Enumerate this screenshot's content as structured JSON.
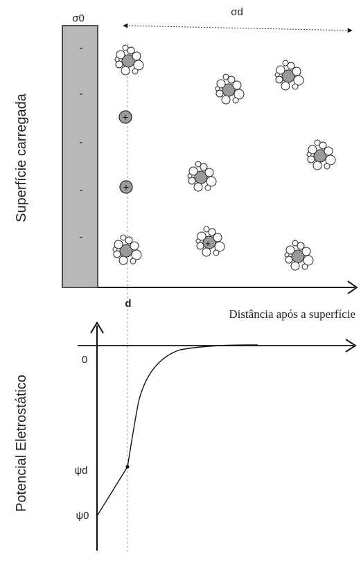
{
  "top_panel": {
    "sigma_0_label": "σ0",
    "sigma_d_label": "σd",
    "y_axis_label": "Superfície carregada",
    "x_axis_label": "Distância após a superfície",
    "d_label": "d",
    "surface_charge_symbol": "-",
    "surface_charges_count": 5,
    "ion_symbol": "+"
  },
  "bottom_panel": {
    "y_axis_label": "Potencial Eletrostático",
    "zero_label": "0",
    "psi_d_label": "ψd",
    "psi_0_label": "ψ0"
  },
  "colors": {
    "surface_fill": "#b8b8b8",
    "line": "#111111",
    "dashed_guide": "#999999",
    "ion_fill": "#9a9a9a"
  }
}
